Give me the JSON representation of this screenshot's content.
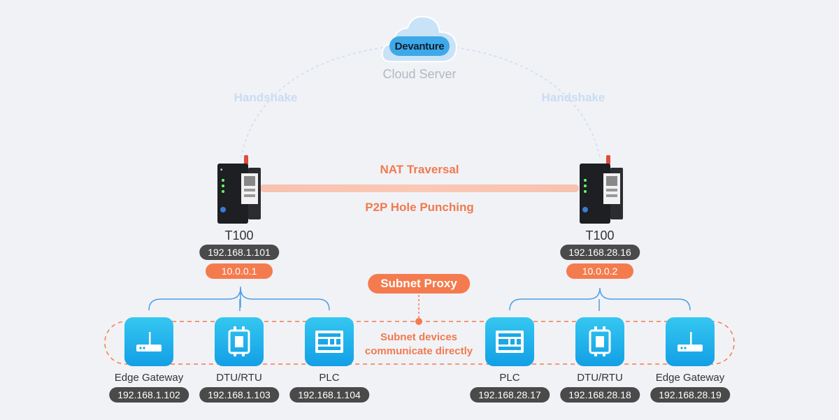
{
  "cloud": {
    "brand": "Devanture",
    "label": "Cloud Server"
  },
  "handshake": {
    "left": "Handshake",
    "right": "Handshake"
  },
  "link": {
    "top": "NAT Traversal",
    "bottom": "P2P Hole Punching"
  },
  "routers": [
    {
      "name": "T100",
      "lan_ip": "192.168.1.101",
      "vpn_ip": "10.0.0.1",
      "icon": "industrial-router-icon"
    },
    {
      "name": "T100",
      "lan_ip": "192.168.28.16",
      "vpn_ip": "10.0.0.2",
      "icon": "industrial-router-icon"
    }
  ],
  "subnet_proxy": "Subnet Proxy",
  "subnet_note": {
    "line1": "Subnet devices",
    "line2": "communicate directly"
  },
  "devices": [
    {
      "name": "Edge Gateway",
      "ip": "192.168.1.102",
      "icon": "gateway-icon"
    },
    {
      "name": "DTU/RTU",
      "ip": "192.168.1.103",
      "icon": "dtu-icon"
    },
    {
      "name": "PLC",
      "ip": "192.168.1.104",
      "icon": "plc-icon"
    },
    {
      "name": "PLC",
      "ip": "192.168.28.17",
      "icon": "plc-icon"
    },
    {
      "name": "DTU/RTU",
      "ip": "192.168.28.18",
      "icon": "dtu-icon"
    },
    {
      "name": "Edge Gateway",
      "ip": "192.168.28.19",
      "icon": "gateway-icon"
    }
  ],
  "colors": {
    "background": "#f1f2f6",
    "accent_orange": "#f47b4e",
    "device_blue": "#1aa7e8",
    "connector_blue": "#4a9fe8",
    "pill_dark": "#4a4a4a"
  }
}
